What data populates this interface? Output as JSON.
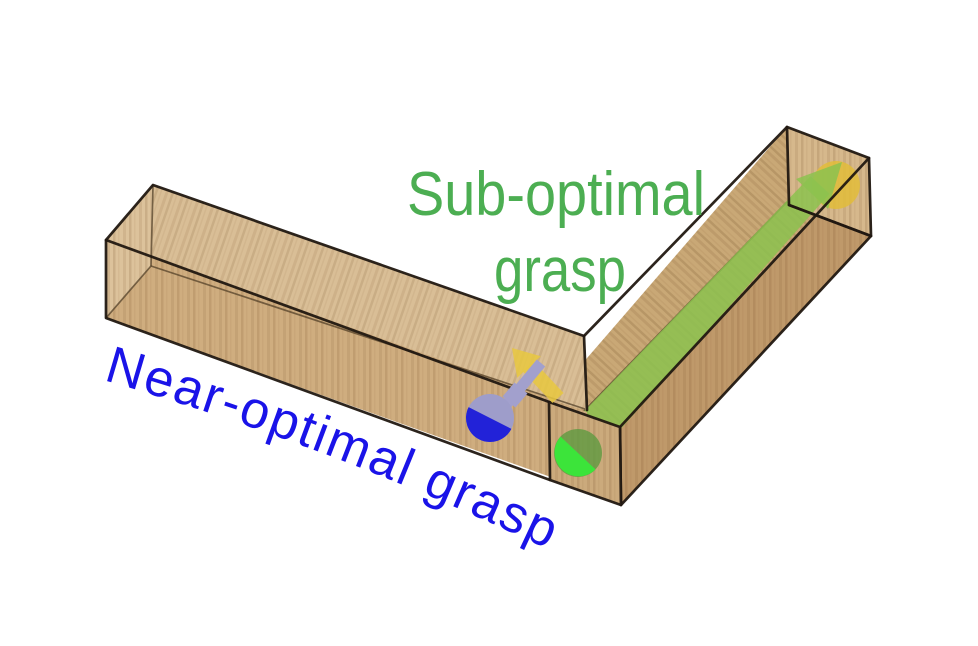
{
  "figure": {
    "background_color": "#ffffff",
    "labels": {
      "sub_optimal": {
        "line1": "Sub-optimal",
        "line2": "grasp",
        "color": "#4cae52"
      },
      "near_optimal": {
        "text": "Near-optimal grasp",
        "color": "#1a13e8"
      }
    },
    "markers": {
      "near_optimal_grasp_point": {
        "name": "blue grasp sphere",
        "sphere_color": "#2222d8",
        "shaded_color": "#9e9dca",
        "axis_color": "#a2a0cd",
        "pull_arrow_color": "#e7c840"
      },
      "sub_optimal_grasp_point": {
        "name": "green grasp sphere",
        "sphere_color": "#3ce43a",
        "shaded_color": "#5e9a40",
        "direction_arrow_color": "#8cc24f",
        "target_circle_color": "#e2bc3a"
      }
    },
    "object": {
      "name": "L-shaped wooden beam",
      "wood_top_color": "#d9be96",
      "wood_front_color": "#cfad7f",
      "wood_end_color": "#dcc29b",
      "wood_right_top_color": "#c9a876",
      "wood_right_side_color": "#bf996a",
      "wood_far_end_color": "#d6b88c",
      "wood_near_end_color": "#cbaa7c",
      "edge_color": "#211811"
    }
  }
}
